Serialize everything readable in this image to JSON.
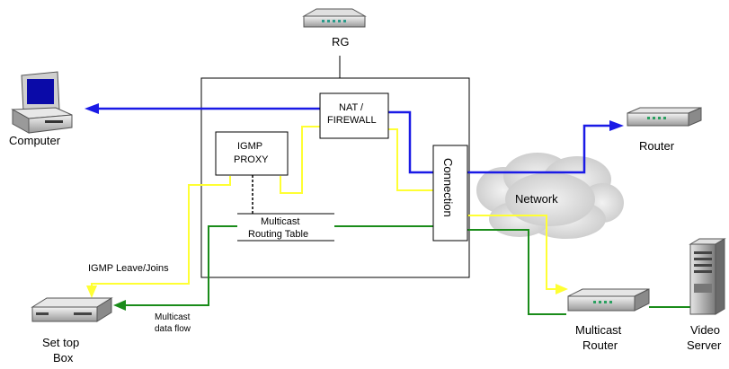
{
  "labels": {
    "rg": "RG",
    "computer": "Computer",
    "router": "Router",
    "network": "Network",
    "nat_line1": "NAT /",
    "nat_line2": "FIREWALL",
    "igmp_line1": "IGMP",
    "igmp_line2": "PROXY",
    "connection": "Connection",
    "mrt_line1": "Multicast",
    "mrt_line2": "Routing Table",
    "igmp_leave_joins": "IGMP Leave/Joins",
    "mcast_flow_line1": "Multicast",
    "mcast_flow_line2": "data flow",
    "stb_line1": "Set top",
    "stb_line2": "Box",
    "mrouter_line1": "Multicast",
    "mrouter_line2": "Router",
    "video_line1": "Video",
    "video_line2": "Server"
  },
  "colors": {
    "unicast_path": "#1a1ae6",
    "igmp_path": "#ffff33",
    "multicast_path": "#1a8c1a",
    "box_stroke": "#000000",
    "cloud": "#d8d8d8"
  },
  "icons": {
    "rg": "rg-gateway-icon",
    "computer": "computer-icon",
    "router": "router-icon",
    "set_top_box": "set-top-box-icon",
    "multicast_router": "multicast-router-icon",
    "video_server": "server-icon",
    "cloud": "cloud-icon"
  }
}
